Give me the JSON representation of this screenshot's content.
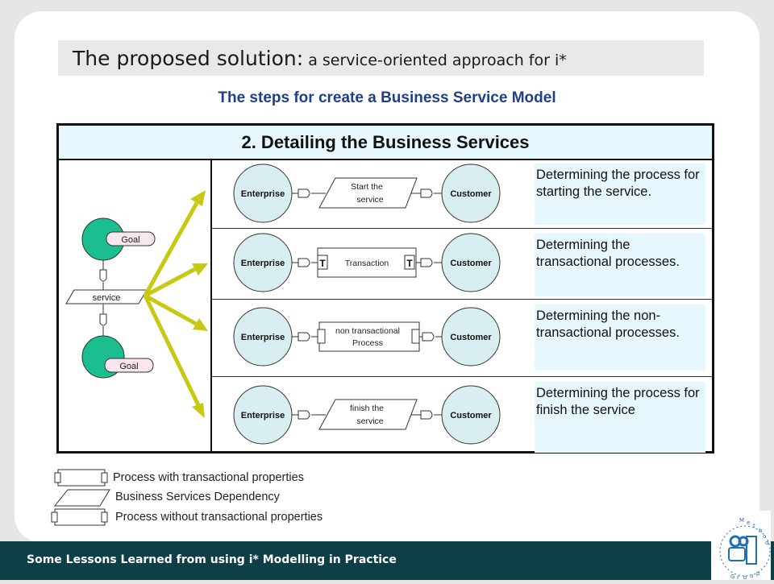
{
  "title": {
    "main": "The proposed solution:",
    "sub": " a service-oriented approach for i*"
  },
  "subtitle": "The steps for create a Business Service Model",
  "panel": {
    "header": "2. Detailing the Business Services",
    "left_model": {
      "top_goal": "Goal",
      "service": "service",
      "bottom_goal": "Goal"
    },
    "rows": [
      {
        "actor_left": "Enterprise",
        "element_line1": "Start  the",
        "element_line2": "service",
        "actor_right": "Customer",
        "description": "Determining the process for starting the service."
      },
      {
        "actor_left": "Enterprise",
        "element_line1": "Transaction",
        "marker": "T",
        "actor_right": "Customer",
        "description": "Determining the transactional processes."
      },
      {
        "actor_left": "Enterprise",
        "element_line1": "non transactional",
        "element_line2": "Process",
        "actor_right": "Customer",
        "description": "Determining the non-transactional processes."
      },
      {
        "actor_left": "Enterprise",
        "element_line1": "finish  the",
        "element_line2": "service",
        "actor_right": "Customer",
        "description": "Determining the process for finish the service"
      }
    ]
  },
  "legend": [
    "Process with transactional properties",
    "Business Services Dependency",
    "Process without transactional properties"
  ],
  "footer": "Some Lessons Learned from using i* Modelling in Practice",
  "logo": {
    "letters": [
      "M",
      "e",
      "t",
      "h",
      "o",
      "d",
      "G",
      "r",
      "o",
      "u",
      "p"
    ]
  },
  "colors": {
    "goal_green": "#1bbf8f",
    "actor_fill": "#d9eef0",
    "arrow": "#c8c812",
    "accent_blue": "#1f3f8a",
    "footer_bg": "#0e3f46",
    "desc_bg": "#e6f8fd"
  }
}
